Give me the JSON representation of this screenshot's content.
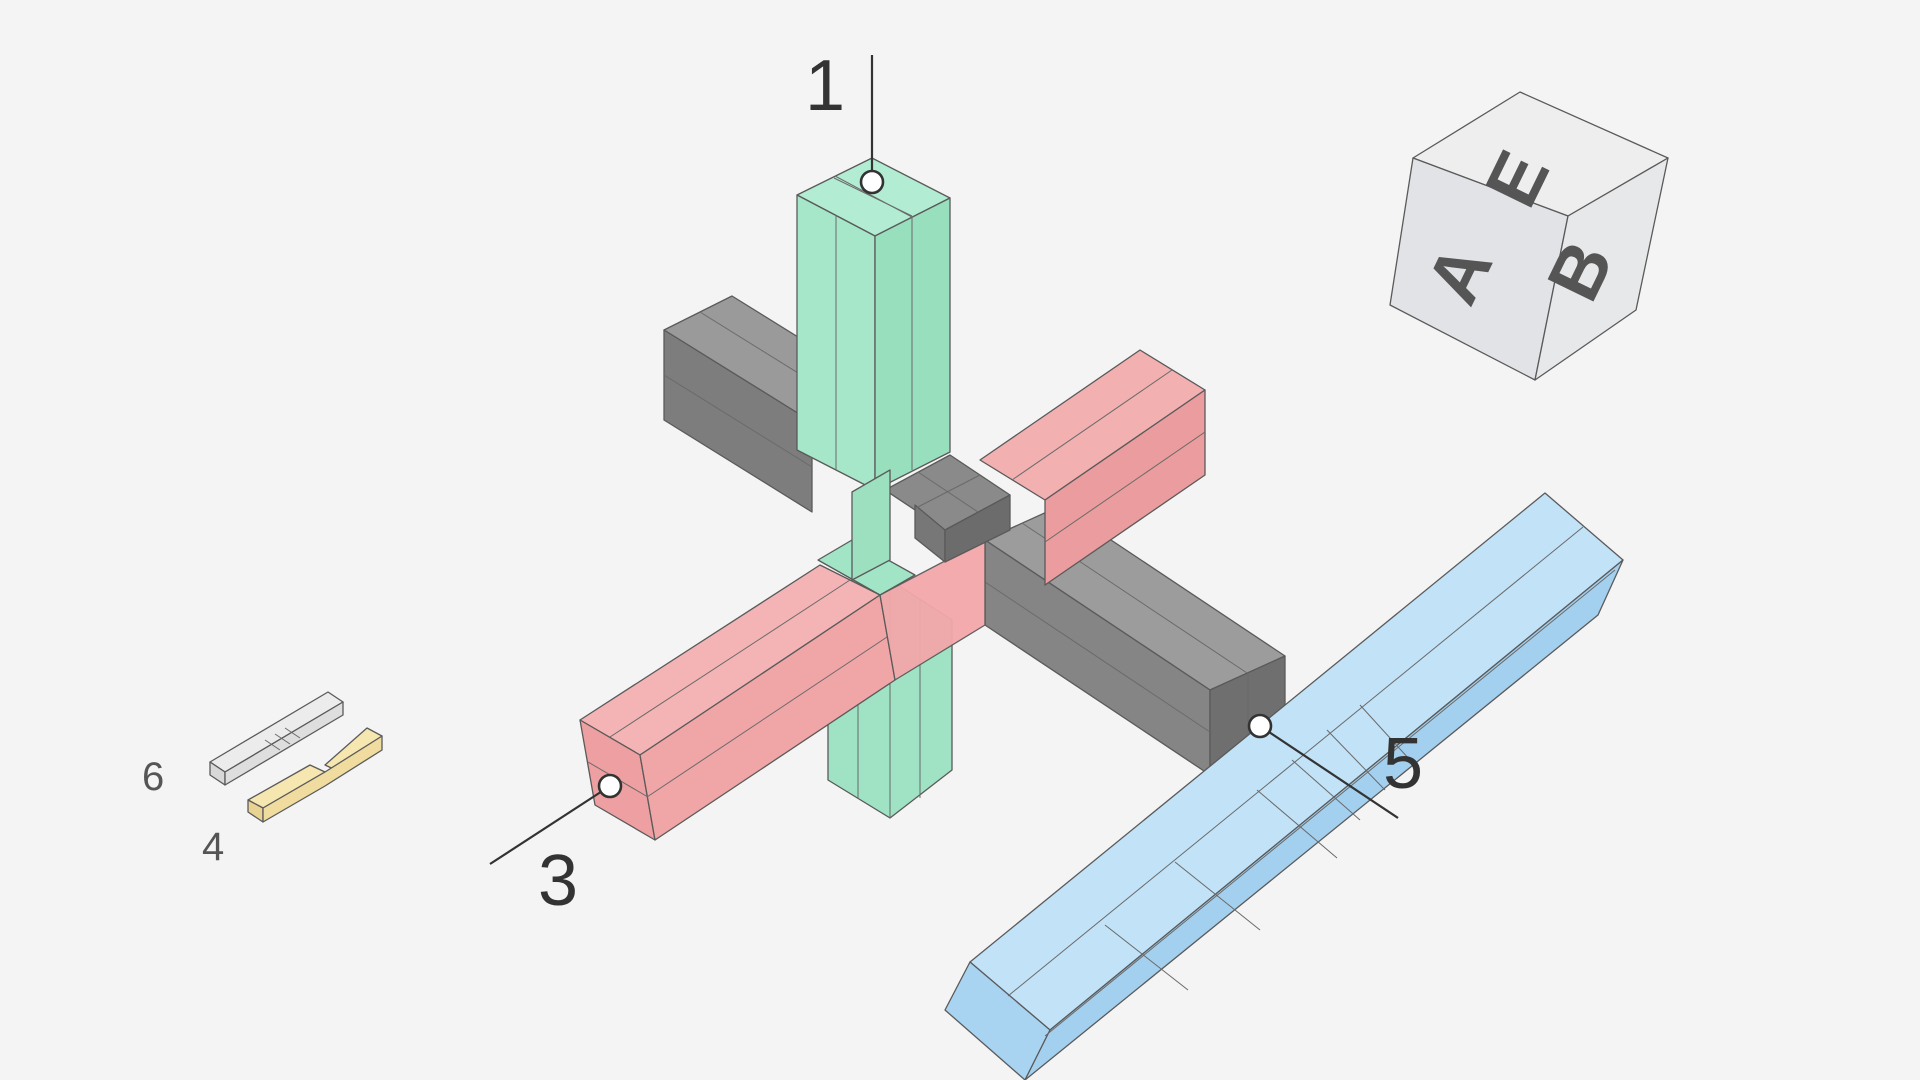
{
  "callouts": [
    {
      "id": "1",
      "label": "1"
    },
    {
      "id": "3",
      "label": "3"
    },
    {
      "id": "5",
      "label": "5"
    }
  ],
  "legend": [
    {
      "id": "6",
      "label": "6"
    },
    {
      "id": "4",
      "label": "4"
    }
  ],
  "view_cube": {
    "top": "E",
    "left": "A",
    "right": "B"
  },
  "colors": {
    "background": "#f4f4f4",
    "green_piece": "#a3e6c8",
    "gray_piece": "#8e8e8e",
    "red_piece": "#f2a9aa",
    "blue_piece": "#b7dcf5",
    "white_piece": "#e6e6e6",
    "yellow_piece": "#f4e2a8"
  }
}
